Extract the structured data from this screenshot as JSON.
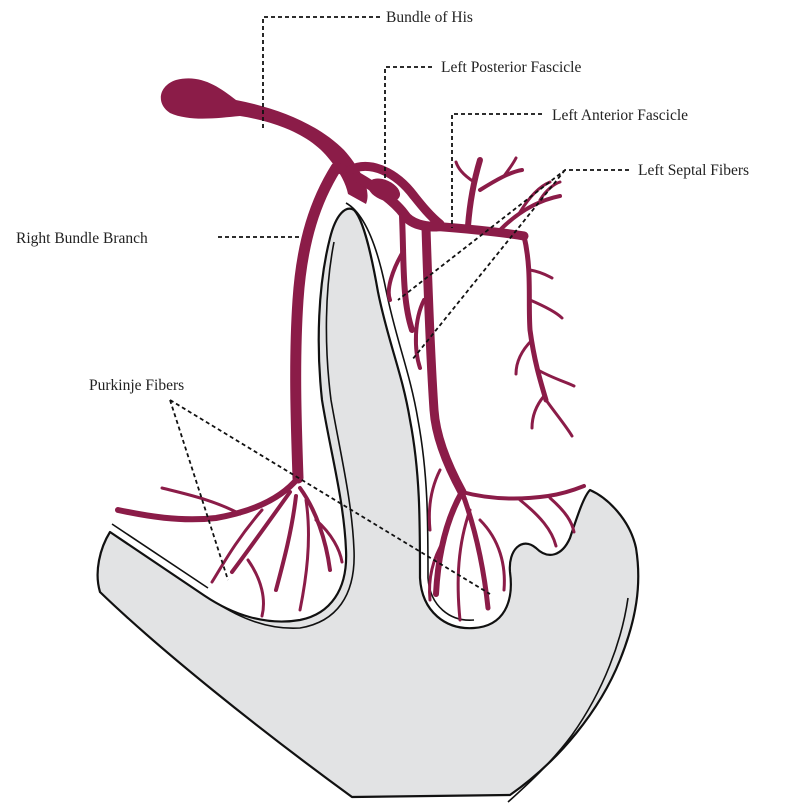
{
  "labels": {
    "bundle_of_his": "Bundle of His",
    "left_posterior_fascicle": "Left Posterior Fascicle",
    "left_anterior_fascicle": "Left Anterior Fascicle",
    "left_septal_fibers": "Left Septal Fibers",
    "right_bundle_branch": "Right Bundle Branch",
    "purkinje_fibers": "Purkinje Fibers"
  },
  "colors": {
    "conduction_fiber": "#8b1c48",
    "tissue_fill": "#e2e3e4",
    "outline": "#111111",
    "label_text": "#222222"
  }
}
